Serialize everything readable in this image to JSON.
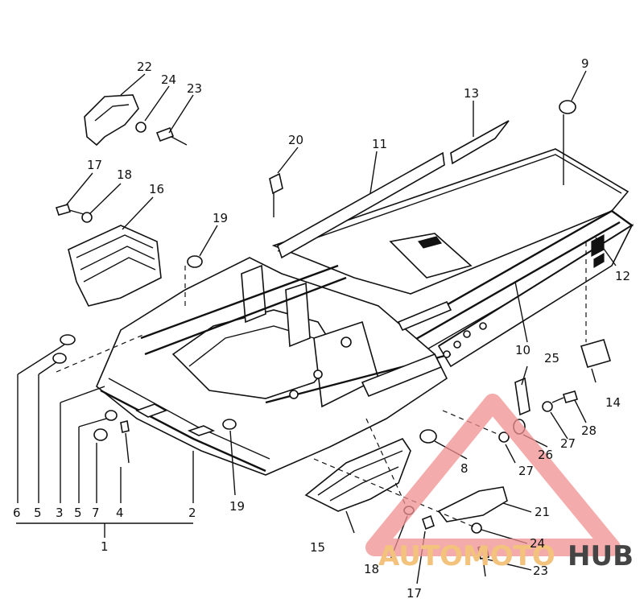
{
  "callouts": {
    "c1": "1",
    "c2": "2",
    "c3": "3",
    "c4": "4",
    "c5a": "5",
    "c5b": "5",
    "c6": "6",
    "c7": "7",
    "c8": "8",
    "c9": "9",
    "c10": "10",
    "c11": "11",
    "c12": "12",
    "c13": "13",
    "c14": "14",
    "c15": "15",
    "c16": "16",
    "c17a": "17",
    "c17b": "17",
    "c18a": "18",
    "c18b": "18",
    "c19a": "19",
    "c19b": "19",
    "c20": "20",
    "c21": "21",
    "c22": "22",
    "c23a": "23",
    "c23b": "23",
    "c24a": "24",
    "c24b": "24",
    "c25": "25",
    "c26": "26",
    "c27a": "27",
    "c27b": "27",
    "c28": "28"
  },
  "watermark": {
    "text_a": "AUTOMOTO",
    "text_b": "HUB",
    "triangle_color": "#f08f8f",
    "text_color_a": "#f3c27c",
    "text_color_b": "#444444"
  }
}
